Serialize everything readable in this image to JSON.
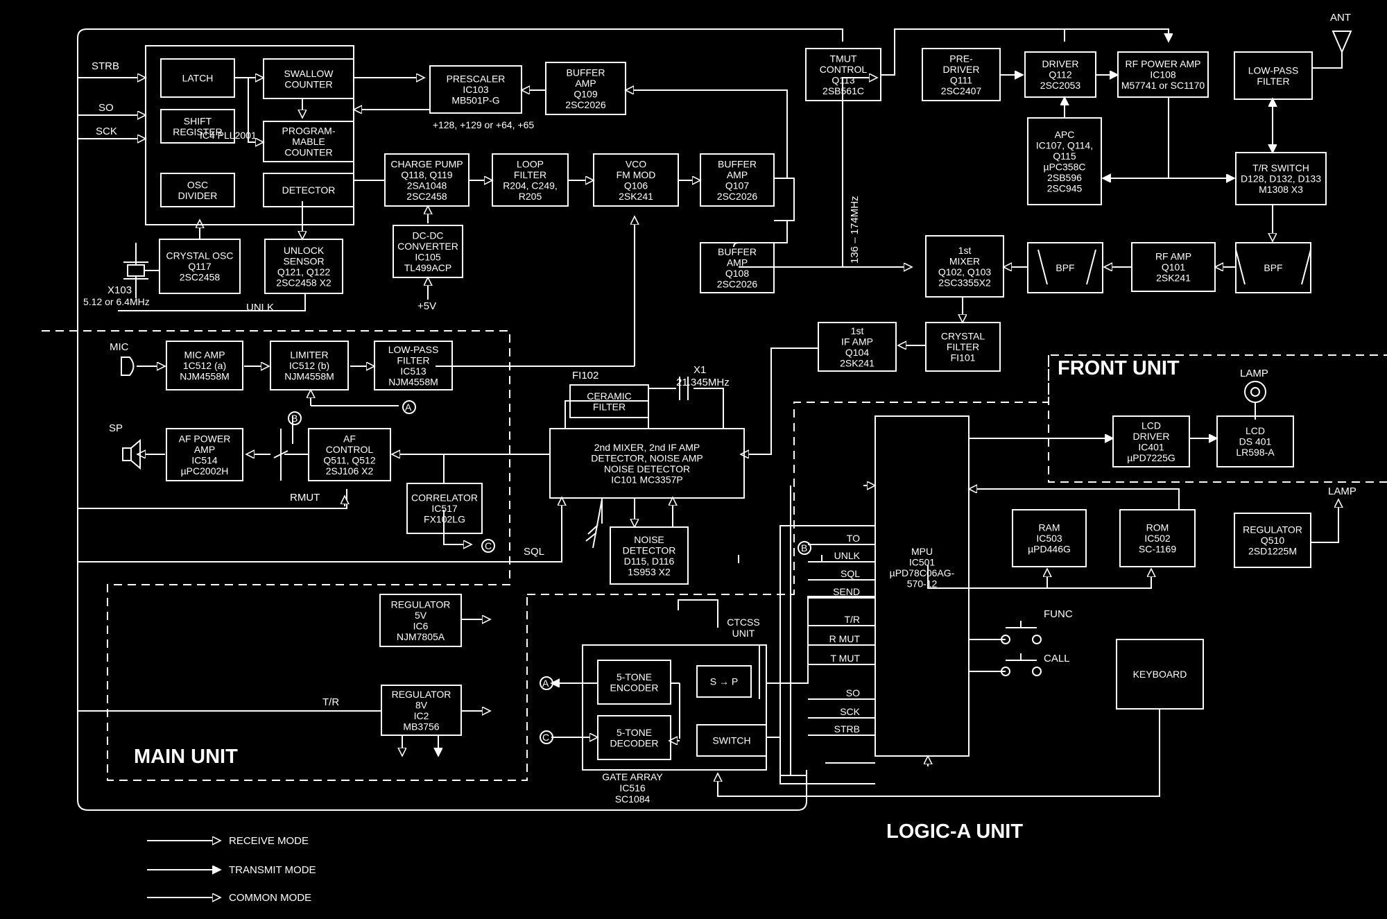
{
  "units": {
    "main": "MAIN UNIT",
    "front": "FRONT UNIT",
    "logic": "LOGIC-A UNIT"
  },
  "blocks": {
    "latch": [
      "LATCH"
    ],
    "swallow": [
      "SWALLOW",
      "COUNTER"
    ],
    "shift": [
      "SHIFT",
      "REGISTER"
    ],
    "progcounter": [
      "PROGRAM-",
      "MABLE",
      "COUNTER"
    ],
    "osc_div": [
      "OSC",
      "DIVIDER"
    ],
    "detector": [
      "DETECTOR"
    ],
    "pll_label": "IC4 PLL2001",
    "crystal_osc": [
      "CRYSTAL OSC",
      "Q117",
      "2SC2458"
    ],
    "unlock": [
      "UNLOCK",
      "SENSOR",
      "Q121, Q122",
      "2SC2458 X2"
    ],
    "prescaler": [
      "PRESCALER",
      "IC103",
      "MB501P-G"
    ],
    "prescaler_div": "+128, +129 or +64, +65",
    "buffer109": [
      "BUFFER",
      "AMP",
      "Q109",
      "2SC2026"
    ],
    "chargepump": [
      "CHARGE PUMP",
      "Q118, Q119",
      "2SA1048",
      "2SC2458"
    ],
    "loopfilter": [
      "LOOP",
      "FILTER",
      "R204, C249,",
      "R205"
    ],
    "vco": [
      "VCO",
      "FM MOD",
      "Q106",
      "2SK241"
    ],
    "buffer107": [
      "BUFFER",
      "AMP",
      "Q107",
      "2SC2026"
    ],
    "buffer108": [
      "BUFFER",
      "AMP",
      "Q108",
      "2SC2026"
    ],
    "dcdc": [
      "DC-DC",
      "CONVERTER",
      "IC105",
      "TL499ACP"
    ],
    "tmut": [
      "TMUT",
      "CONTROL",
      "Q113",
      "2SB561C"
    ],
    "predriver": [
      "PRE-",
      "DRIVER",
      "Q111",
      "2SC2407"
    ],
    "driver": [
      "DRIVER",
      "Q112",
      "2SC2053"
    ],
    "rfpower": [
      "RF POWER AMP",
      "IC108",
      "M57741 or SC1170"
    ],
    "lpf_ant": [
      "LOW-PASS",
      "FILTER"
    ],
    "apc": [
      "APC",
      "IC107, Q114,",
      "Q115",
      "µPC358C",
      "2SB596",
      "2SC945"
    ],
    "trswitch": [
      "T/R SWITCH",
      "D128, D132, D133",
      "M1308 X3"
    ],
    "mixer1": [
      "1st",
      "MIXER",
      "Q102, Q103",
      "2SC3355X2"
    ],
    "bpf1": [
      "BPF"
    ],
    "rfamp": [
      "RF AMP",
      "Q101",
      "2SK241"
    ],
    "bpf2": [
      "BPF"
    ],
    "crystal_filter": [
      "CRYSTAL",
      "FILTER",
      "FI101"
    ],
    "ifamp": [
      "1st",
      "IF AMP",
      "Q104",
      "2SK241"
    ],
    "micamp": [
      "MIC AMP",
      "1C512 (a)",
      "NJM4558M"
    ],
    "limiter": [
      "LIMITER",
      "IC512 (b)",
      "NJM4558M"
    ],
    "lpf_mic": [
      "LOW-PASS",
      "FILTER",
      "IC513",
      "NJM4558M"
    ],
    "ceramic": [
      "CERAMIC",
      "FILTER"
    ],
    "mixer2": [
      "2nd MIXER, 2nd IF AMP",
      "DETECTOR, NOISE AMP",
      "NOISE DETECTOR",
      "IC101 MC3357P"
    ],
    "afpower": [
      "AF POWER",
      "AMP",
      "IC514",
      "µPC2002H"
    ],
    "afcontrol": [
      "AF",
      "CONTROL",
      "Q511, Q512",
      "2SJ106 X2"
    ],
    "correlator": [
      "CORRELATOR",
      "IC517",
      "FX102LG"
    ],
    "noisedet": [
      "NOISE",
      "DETECTOR",
      "D115, D116",
      "1S953 X2"
    ],
    "reg5": [
      "REGULATOR",
      "5V",
      "IC6",
      "NJM7805A"
    ],
    "reg8": [
      "REGULATOR",
      "8V",
      "IC2",
      "MB3756"
    ],
    "enc": [
      "5-TONE",
      "ENCODER"
    ],
    "dec": [
      "5-TONE",
      "DECODER"
    ],
    "sp": [
      "S → P"
    ],
    "switch": [
      "SWITCH"
    ],
    "gate_array": [
      "GATE ARRAY",
      "IC516",
      "SC1084"
    ],
    "ctcss": [
      "CTCSS",
      "UNIT"
    ],
    "mpu": [
      "MPU",
      "IC501",
      "µPD78C06AG-",
      "570-12"
    ],
    "ram": [
      "RAM",
      "IC503",
      "µPD446G"
    ],
    "rom": [
      "ROM",
      "IC502",
      "SC-1169"
    ],
    "lcddrv": [
      "LCD",
      "DRIVER",
      "IC401",
      "µPD7225G"
    ],
    "lcd": [
      "LCD",
      "DS 401",
      "LR598-A"
    ],
    "reg510": [
      "REGULATOR",
      "Q510",
      "2SD1225M"
    ],
    "keyboard": [
      "KEYBOARD"
    ]
  },
  "labels": {
    "strb": "STRB",
    "so": "SO",
    "sck": "SCK",
    "x103": "X103",
    "x103freq": "5.12 or 6.4MHz",
    "unlk": "UNLK",
    "plus5v": "+5V",
    "freq": "136 – 174MHz",
    "ant": "ANT",
    "mic": "MIC",
    "sp": "SP",
    "fi102": "FI102",
    "x1": "X1",
    "x1freq": "21.345MHz",
    "rmut": "RMUT",
    "sql": "SQL",
    "lamp": "LAMP",
    "lamp2": "LAMP",
    "tr": "T/R",
    "func": "FUNC",
    "call": "CALL",
    "ca": "A",
    "cb": "B",
    "cc": "C"
  },
  "mpu_pins": [
    "TO",
    "UNLK",
    "SQL",
    "SEND",
    "T/R",
    "R MUT",
    "T MUT",
    "SO",
    "SCK",
    "STRB"
  ],
  "legend": [
    "RECEIVE MODE",
    "TRANSMIT MODE",
    "COMMON MODE"
  ]
}
